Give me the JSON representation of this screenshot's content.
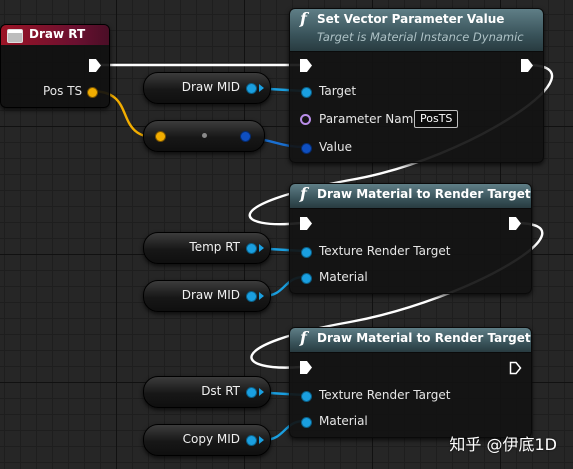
{
  "event_node": {
    "title": "Draw RT",
    "pin_label": "Pos TS",
    "icon": "event-icon"
  },
  "set_vector_node": {
    "title": "Set Vector Parameter Value",
    "subtitle": "Target is Material Instance Dynamic",
    "pins": {
      "target": "Target",
      "parameter_name": "Parameter Name",
      "parameter_name_value": "PosTS",
      "value": "Value"
    }
  },
  "draw_material_node_1": {
    "title": "Draw Material to Render Target",
    "pins": {
      "texture_render_target": "Texture Render Target",
      "material": "Material"
    }
  },
  "draw_material_node_2": {
    "title": "Draw Material to Render Target",
    "pins": {
      "texture_render_target": "Texture Render Target",
      "material": "Material"
    }
  },
  "variables": {
    "draw_mid_1": "Draw MID",
    "temp_rt": "Temp RT",
    "draw_mid_2": "Draw MID",
    "dst_rt": "Dst RT",
    "copy_mid": "Copy MID"
  },
  "watermark": "知乎 @伊底1D",
  "colors": {
    "exec_wire": "#ffffff",
    "float_wire": "#1a9fe0",
    "vector4_wire": "#f2ad00",
    "object_wire": "#0f4fc0",
    "function_header": "#4a6a72",
    "event_header": "#9b1426"
  }
}
